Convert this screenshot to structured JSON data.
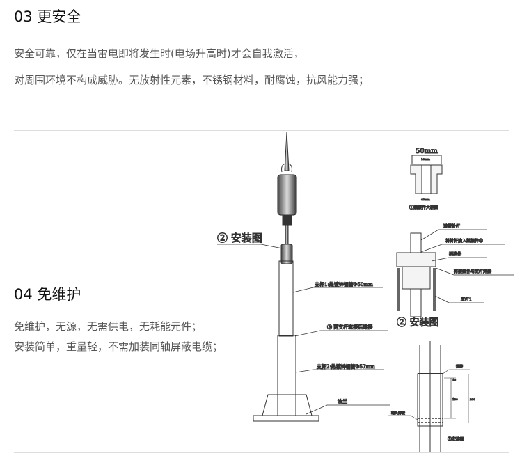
{
  "section3": {
    "title": "03 更安全",
    "lines": [
      "安全可靠，仅在当雷电即将发生时(电场升高时)才会自我激活，",
      "对周围环境不构成威胁。无放射性元素，不锈钢材料，耐腐蚀，抗风能力强；"
    ]
  },
  "section4": {
    "title": "04 免维护",
    "lines": [
      "免维护，无源，无需供电，无耗能元件；",
      "安装简单，重量轻，不需加装同轴屏蔽电缆；"
    ]
  },
  "diagram": {
    "install_label": "② 安装图",
    "pole1": "支杆1:热镀锌钢管Φ50mm",
    "weld": "③ 两支杆套接后焊接",
    "pole2": "支杆2:热镀锌钢管Φ57mm",
    "flange": "法兰",
    "width_top": "50mm",
    "inner": "10mm",
    "width_bottom": "40mm",
    "detail_caption": "①插接件大样图",
    "rod": "避雷针杆",
    "screw": "将针杆旋入插接件中",
    "connector": "插接件",
    "weld_conn": "将接插件与支杆焊接",
    "pole1_short": "支杆1",
    "install_label2": "② 安装图",
    "weld2": "焊接",
    "end_weld": "端头焊接",
    "install_label3": "③安装图",
    "dim1": "10",
    "dim2": "130",
    "dim3": "200"
  }
}
